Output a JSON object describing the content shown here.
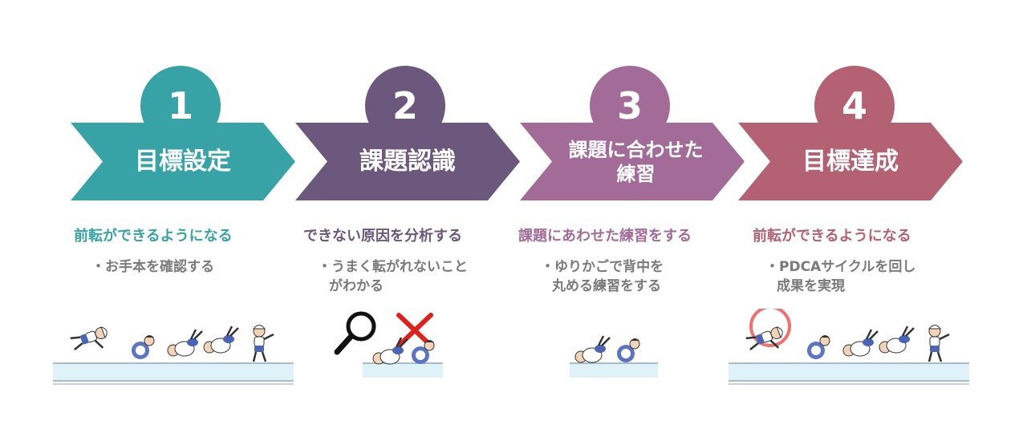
{
  "steps": [
    {
      "number": "1",
      "title_lines": [
        "目標設定"
      ],
      "subtitle": "前転ができるようになる",
      "bullet_lines": [
        "・お手本を確認する"
      ],
      "color": "#38a3a6",
      "illustration": "forward-roll-sequence-illustration"
    },
    {
      "number": "2",
      "title_lines": [
        "課題認識"
      ],
      "subtitle": "できない原因を分析する",
      "bullet_lines": [
        "・うまく転がれないこと",
        "がわかる"
      ],
      "color": "#6b587c",
      "illustration": "magnifier-and-cross-illustration"
    },
    {
      "number": "3",
      "title_lines": [
        "課題に合わせた",
        "練習"
      ],
      "subtitle": "課題にあわせた練習をする",
      "bullet_lines": [
        "・ゆりかごで背中を",
        "丸める練習をする"
      ],
      "color": "#a36c98",
      "illustration": "cradle-rocking-illustration"
    },
    {
      "number": "4",
      "title_lines": [
        "目標達成"
      ],
      "subtitle": "前転ができるようになる",
      "bullet_lines": [
        "・PDCAサイクルを回し",
        "成果を実現"
      ],
      "color": "#b46173",
      "illustration": "forward-roll-success-illustration"
    }
  ]
}
